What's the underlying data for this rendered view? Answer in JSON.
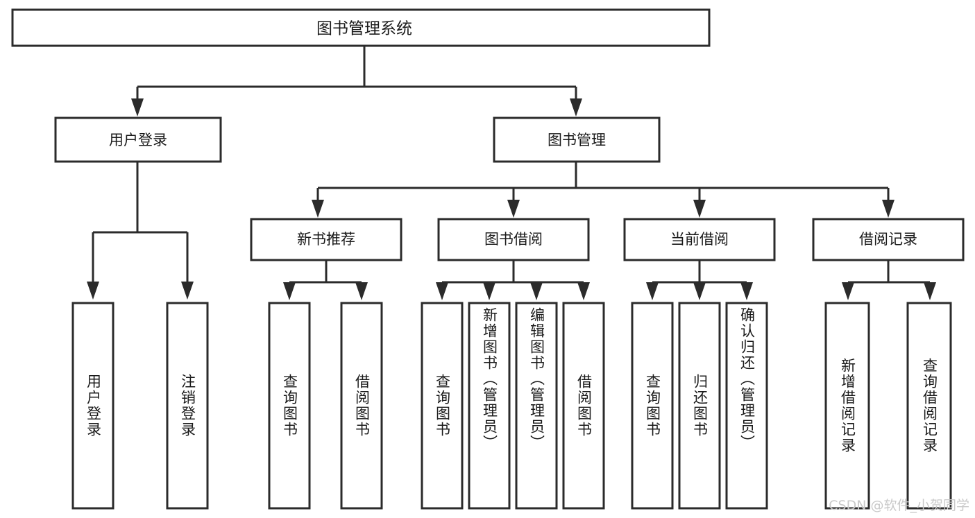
{
  "diagram": {
    "type": "tree",
    "title": "图书管理系统",
    "watermark": "CSDN @软件_小贺同学",
    "colors": {
      "stroke": "#2b2b2b",
      "fill": "#ffffff",
      "text": "#1a1a1a",
      "watermark": "#c9c9c9"
    },
    "root": {
      "label": "图书管理系统"
    },
    "level1": [
      {
        "label": "用户登录"
      },
      {
        "label": "图书管理"
      }
    ],
    "level2": [
      {
        "label": "新书推荐"
      },
      {
        "label": "图书借阅"
      },
      {
        "label": "当前借阅"
      },
      {
        "label": "借阅记录"
      }
    ],
    "leaves": {
      "user_login": [
        {
          "label": "用户登录"
        },
        {
          "label": "注销登录"
        }
      ],
      "new_book": [
        {
          "label": "查询图书"
        },
        {
          "label": "借阅图书"
        }
      ],
      "book_borrow": [
        {
          "label": "查询图书"
        },
        {
          "label": "新增图书（管理员）"
        },
        {
          "label": "编辑图书（管理员）"
        },
        {
          "label": "借阅图书"
        }
      ],
      "current_borrow": [
        {
          "label": "查询图书"
        },
        {
          "label": "归还图书"
        },
        {
          "label": "确认归还（管理员）"
        }
      ],
      "borrow_record": [
        {
          "label": "新增借阅记录"
        },
        {
          "label": "查询借阅记录"
        }
      ]
    }
  }
}
